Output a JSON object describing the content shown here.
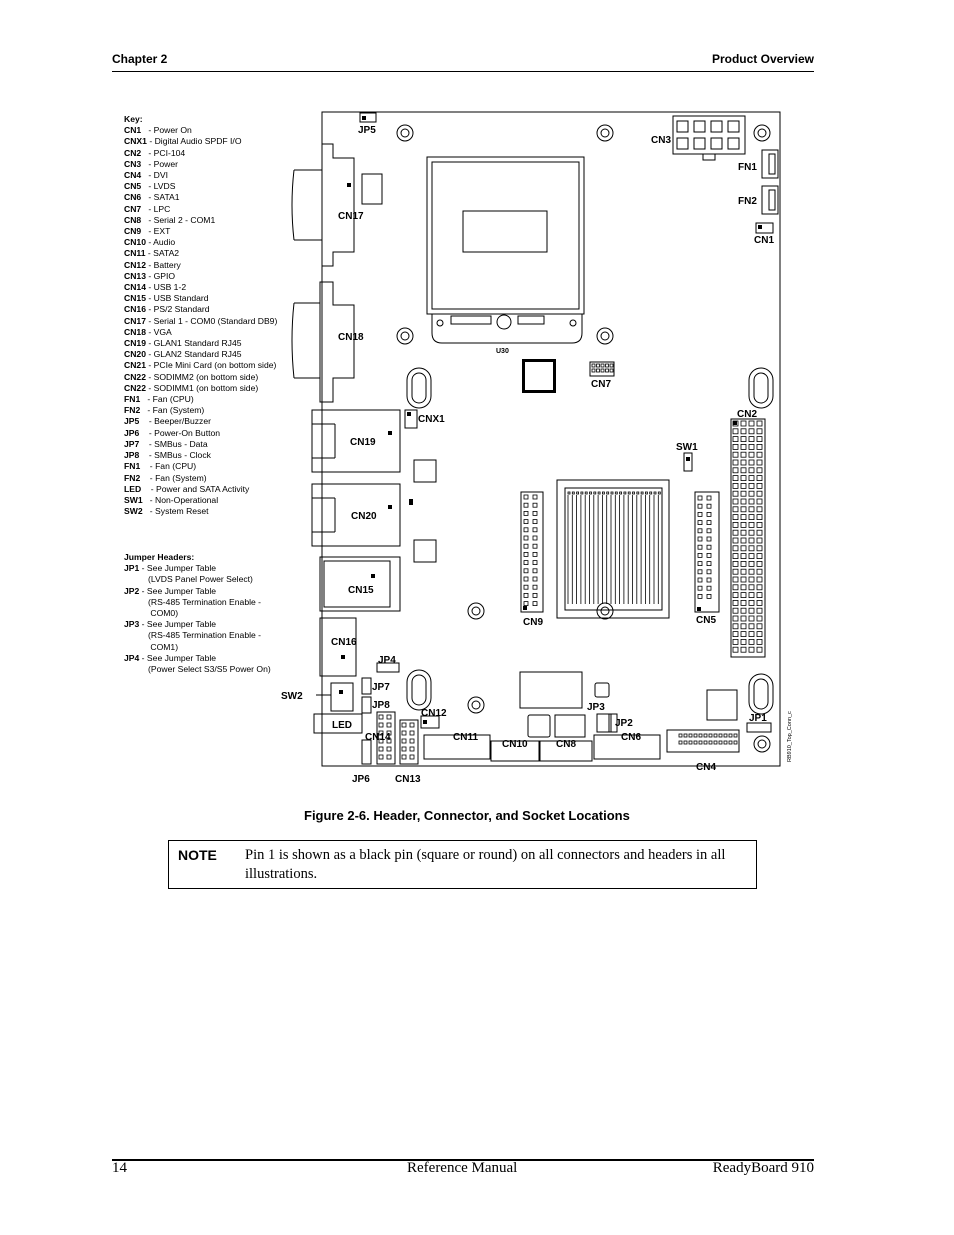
{
  "header": {
    "chapter": "Chapter 2",
    "section": "Product Overview"
  },
  "key": {
    "title": "Key:",
    "items": [
      {
        "code": "CN1",
        "sep": "   - ",
        "desc": "Power On"
      },
      {
        "code": "CNX1",
        "sep": " - ",
        "desc": "Digital Audio SPDF I/O"
      },
      {
        "code": "CN2",
        "sep": "   - ",
        "desc": "PCI-104"
      },
      {
        "code": "CN3",
        "sep": "   - ",
        "desc": "Power"
      },
      {
        "code": "CN4",
        "sep": "   - ",
        "desc": "DVI"
      },
      {
        "code": "CN5",
        "sep": "   - ",
        "desc": "LVDS"
      },
      {
        "code": "CN6",
        "sep": "   - ",
        "desc": "SATA1"
      },
      {
        "code": "CN7",
        "sep": "   - ",
        "desc": "LPC"
      },
      {
        "code": "CN8",
        "sep": "   - ",
        "desc": "Serial 2 - COM1"
      },
      {
        "code": "CN9",
        "sep": "   - ",
        "desc": "EXT"
      },
      {
        "code": "CN10",
        "sep": " - ",
        "desc": "Audio"
      },
      {
        "code": "CN11",
        "sep": " - ",
        "desc": "SATA2"
      },
      {
        "code": "CN12",
        "sep": " - ",
        "desc": "Battery"
      },
      {
        "code": "CN13",
        "sep": " - ",
        "desc": "GPIO"
      },
      {
        "code": "CN14",
        "sep": " - ",
        "desc": "USB 1-2"
      },
      {
        "code": "CN15",
        "sep": " - ",
        "desc": "USB Standard"
      },
      {
        "code": "CN16",
        "sep": " - ",
        "desc": "PS/2 Standard"
      },
      {
        "code": "CN17",
        "sep": " - ",
        "desc": "Serial 1 - COM0 (Standard DB9)"
      },
      {
        "code": "CN18",
        "sep": " - ",
        "desc": "VGA"
      },
      {
        "code": "CN19",
        "sep": " - ",
        "desc": "GLAN1 Standard RJ45"
      },
      {
        "code": "CN20",
        "sep": " - ",
        "desc": "GLAN2 Standard RJ45"
      },
      {
        "code": "CN21",
        "sep": " - ",
        "desc": "PCIe Mini Card (on bottom side)"
      },
      {
        "code": "CN22",
        "sep": " - ",
        "desc": "SODIMM2 (on bottom side)"
      },
      {
        "code": "CN22",
        "sep": " - ",
        "desc": "SODIMM1 (on bottom side)"
      },
      {
        "code": "FN1",
        "sep": "   - ",
        "desc": "Fan (CPU)"
      },
      {
        "code": "FN2",
        "sep": "   - ",
        "desc": "Fan (System)"
      },
      {
        "code": "JP5",
        "sep": "    - ",
        "desc": "Beeper/Buzzer"
      },
      {
        "code": "JP6",
        "sep": "    - ",
        "desc": "Power-On Button"
      },
      {
        "code": "JP7",
        "sep": "    - ",
        "desc": "SMBus - Data"
      },
      {
        "code": "JP8",
        "sep": "    - ",
        "desc": "SMBus - Clock"
      },
      {
        "code": "FN1",
        "sep": "    - ",
        "desc": "Fan (CPU)"
      },
      {
        "code": "FN2",
        "sep": "    - ",
        "desc": "Fan (System)"
      },
      {
        "code": "LED",
        "sep": "    - ",
        "desc": "Power and SATA Activity"
      },
      {
        "code": "SW1",
        "sep": "   - ",
        "desc": "Non-Operational"
      },
      {
        "code": "SW2",
        "sep": "   - ",
        "desc": "System Reset"
      }
    ]
  },
  "jumpers": {
    "title": "Jumper Headers:",
    "lines": [
      {
        "code": "JP1",
        "text": " - See Jumper Table",
        "sub": [
          "(LVDS Panel Power Select)"
        ]
      },
      {
        "code": "JP2",
        "text": " - See Jumper Table",
        "sub": [
          "(RS-485 Termination Enable -",
          " COM0)"
        ]
      },
      {
        "code": "JP3",
        "text": " - See Jumper Table",
        "sub": [
          "(RS-485 Termination Enable -",
          " COM1)"
        ]
      },
      {
        "code": "JP4",
        "text": " - See Jumper Table",
        "sub": [
          "(Power Select S3/S5 Power On)"
        ]
      }
    ]
  },
  "board_labels": {
    "jp5": "JP5",
    "cn3": "CN3",
    "fn1": "FN1",
    "fn2": "FN2",
    "cn1": "CN1",
    "cn17": "CN17",
    "cn18": "CN18",
    "u30": "U30",
    "cn7": "CN7",
    "cnx1": "CNX1",
    "cn19": "CN19",
    "cn2": "CN2",
    "sw1": "SW1",
    "cn20": "CN20",
    "cn15": "CN15",
    "cn9": "CN9",
    "cn5": "CN5",
    "cn16": "CN16",
    "jp4": "JP4",
    "sw2": "SW2",
    "jp7": "JP7",
    "jp8": "JP8",
    "led": "LED",
    "cn12": "CN12",
    "cn14": "CN14",
    "cn11": "CN11",
    "cn10": "CN10",
    "cn8": "CN8",
    "jp3": "JP3",
    "jp2": "JP2",
    "cn6": "CN6",
    "jp1": "JP1",
    "cn4": "CN4",
    "jp6": "JP6",
    "cn13": "CN13",
    "drawing_id": "RB910_Top_Conn_c"
  },
  "caption": "Figure  2-6.   Header, Connector, and Socket Locations",
  "note": {
    "label": "NOTE",
    "text": "Pin 1 is shown as a black pin (square or round) on all connectors and headers in all illustrations."
  },
  "footer": {
    "page": "14",
    "center": "Reference Manual",
    "right": "ReadyBoard 910"
  }
}
